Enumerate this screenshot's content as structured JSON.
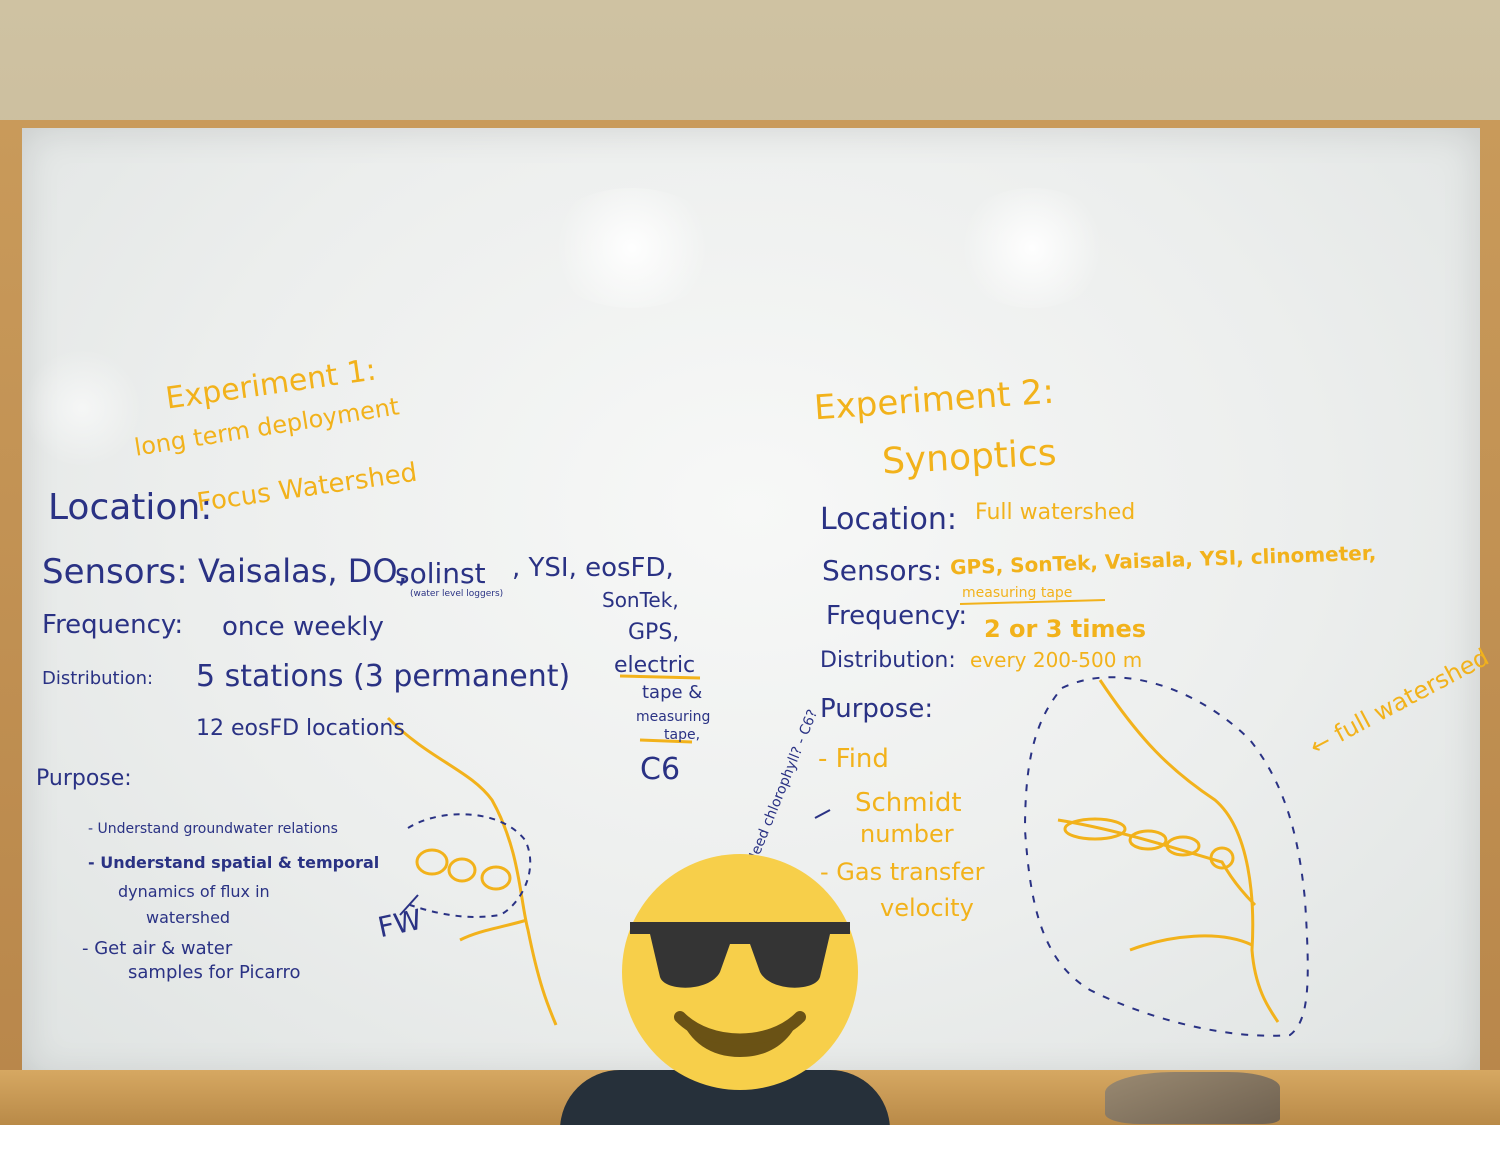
{
  "left": {
    "title": "Experiment 1:",
    "subtitle": "long term deployment",
    "location_label": "Location:",
    "location_value": "Focus Watershed",
    "sensors_label": "Sensors:",
    "sensors_value": "Vaisalas, DO,",
    "solinst": "solinst",
    "solinst_note": "(water level loggers)",
    "sensors_more": ", YSI, eosFD,",
    "sensor_list": [
      "SonTek,",
      "GPS,",
      "electric",
      "tape &",
      "measuring",
      "tape,",
      "C6"
    ],
    "frequency_label": "Frequency:",
    "frequency_value": "once weekly",
    "distribution_label": "Distribution:",
    "distribution_value": "5 stations (3 permanent)",
    "distribution_value2": "12 eosFD locations",
    "purpose_label": "Purpose:",
    "purpose_items": [
      "- Understand groundwater relations",
      "- Understand spatial & temporal",
      "dynamics of flux in",
      "watershed",
      "- Get air & water",
      "samples for Picarro"
    ],
    "sketch_label": "FW"
  },
  "right": {
    "title": "Experiment 2:",
    "subtitle": "Synoptics",
    "location_label": "Location:",
    "location_value": "Full watershed",
    "sensors_label": "Sensors:",
    "sensors_value": "GPS, SonTek, Vaisala, YSI, clinometer,",
    "sensors_value2": "measuring tape",
    "frequency_label": "Frequency:",
    "frequency_value": "2 or 3 times",
    "distribution_label": "Distribution:",
    "distribution_value": "every 200-500 m",
    "purpose_label": "Purpose:",
    "purpose_items": [
      "- Find",
      "Schmidt",
      "number",
      "- Gas transfer",
      "velocity"
    ],
    "side_note": "Need chlorophyll? - C6?",
    "arrow_note": "← full watershed"
  },
  "colors": {
    "orange_marker": "#f2b21b",
    "blue_marker": "#2a3284",
    "frame": "#c99a5a"
  },
  "icons": {
    "face_cover": "sunglasses-emoji-icon"
  }
}
